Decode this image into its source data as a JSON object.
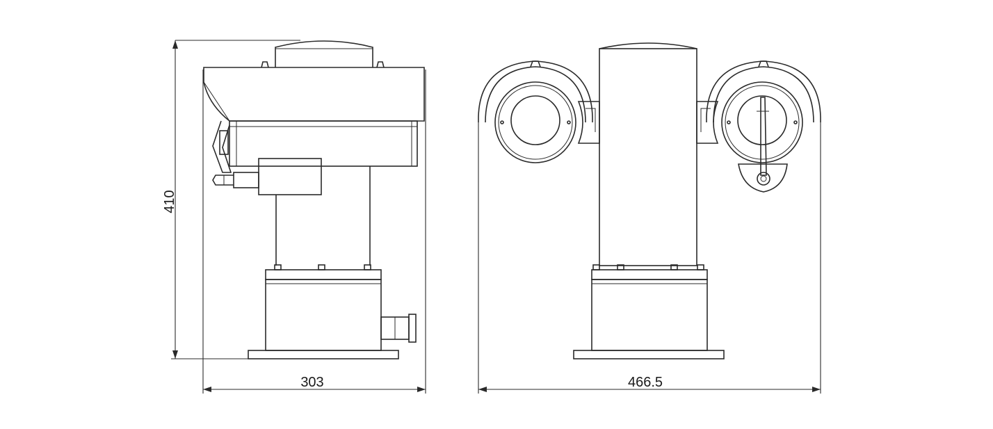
{
  "dimensions": {
    "height": "410",
    "side_width": "303",
    "front_width": "466.5"
  }
}
